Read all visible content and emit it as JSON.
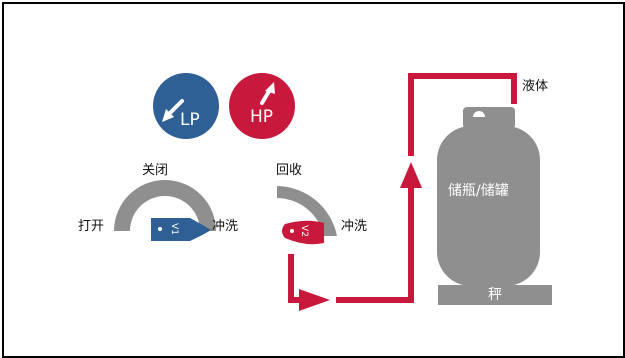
{
  "gauges": {
    "lp": {
      "label": "LP",
      "color": "#2e5f95"
    },
    "hp": {
      "label": "HP",
      "color": "#c8183c"
    }
  },
  "valve1": {
    "top_label": "关闭",
    "left_label": "打开",
    "right_label": "冲洗",
    "handle_text": "V1",
    "handle_color": "#2e5f95"
  },
  "valve2": {
    "top_label": "回收",
    "right_label": "冲洗",
    "handle_text": "V2",
    "handle_color": "#c8183c"
  },
  "tank": {
    "label": "储瓶/储罐",
    "liquid_label": "液体",
    "scale_label": "秤",
    "color": "#8f8f8f"
  },
  "colors": {
    "flow_line": "#c8183c",
    "arc": "#8f8f8f"
  }
}
